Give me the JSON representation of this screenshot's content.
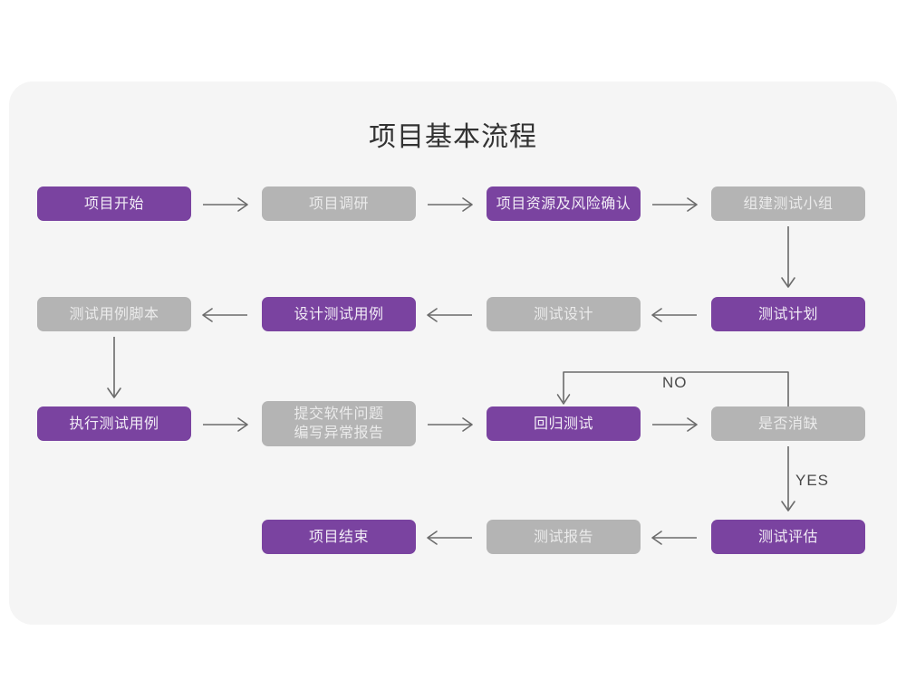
{
  "title": "项目基本流程",
  "colors": {
    "purple": "#7a43a0",
    "gray": "#b4b4b4",
    "card_bg": "#f5f5f5",
    "page_bg": "#ffffff",
    "connector": "#6b6b6b",
    "title_text": "#333333"
  },
  "nodes": [
    {
      "id": "n1",
      "label": "项目开始",
      "style": "purple",
      "row": 1
    },
    {
      "id": "n2",
      "label": "项目调研",
      "style": "gray",
      "row": 1
    },
    {
      "id": "n3",
      "label": "项目资源及风险确认",
      "style": "purple",
      "row": 1
    },
    {
      "id": "n4",
      "label": "组建测试小组",
      "style": "gray",
      "row": 1
    },
    {
      "id": "n5",
      "label": "测试用例脚本",
      "style": "gray",
      "row": 2
    },
    {
      "id": "n6",
      "label": "设计测试用例",
      "style": "purple",
      "row": 2
    },
    {
      "id": "n7",
      "label": "测试设计",
      "style": "gray",
      "row": 2
    },
    {
      "id": "n8",
      "label": "测试计划",
      "style": "purple",
      "row": 2
    },
    {
      "id": "n9",
      "label": "执行测试用例",
      "style": "purple",
      "row": 3
    },
    {
      "id": "n10",
      "label": "提交软件问题\n编写异常报告",
      "style": "gray",
      "row": 3
    },
    {
      "id": "n11",
      "label": "回归测试",
      "style": "purple",
      "row": 3
    },
    {
      "id": "n12",
      "label": "是否消缺",
      "style": "gray",
      "row": 3
    },
    {
      "id": "n13",
      "label": "项目结束",
      "style": "purple",
      "row": 4
    },
    {
      "id": "n14",
      "label": "测试报告",
      "style": "gray",
      "row": 4
    },
    {
      "id": "n15",
      "label": "测试评估",
      "style": "purple",
      "row": 4
    }
  ],
  "edge_labels": {
    "no": "NO",
    "yes": "YES"
  }
}
